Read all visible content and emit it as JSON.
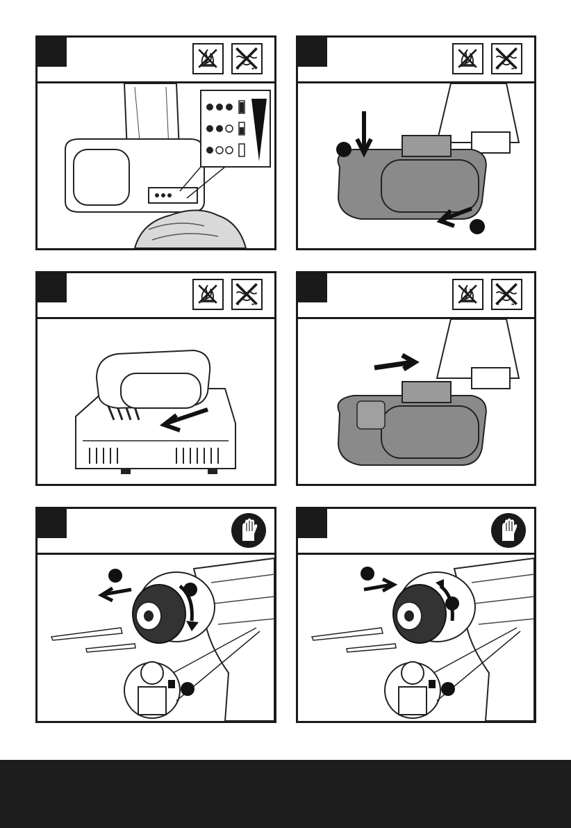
{
  "page": {
    "background": "#ffffff",
    "footer_color": "#1d1d1d"
  },
  "panels": [
    {
      "id": "battery-charge-indicator",
      "header_icons": [
        "no-fire-icon",
        "no-water-icon"
      ]
    },
    {
      "id": "battery-removal",
      "header_icons": [
        "no-fire-icon",
        "no-water-icon"
      ]
    },
    {
      "id": "battery-charging",
      "header_icons": [
        "no-fire-icon",
        "no-water-icon"
      ]
    },
    {
      "id": "battery-insertion",
      "header_icons": [
        "no-fire-icon",
        "no-water-icon"
      ]
    },
    {
      "id": "bit-removal",
      "header_icons": [
        "wear-gloves-icon"
      ]
    },
    {
      "id": "bit-insertion",
      "header_icons": [
        "wear-gloves-icon"
      ]
    }
  ],
  "icons": {
    "fire": "no-fire-icon",
    "water": "no-water-icon",
    "gloves": "wear-gloves-icon"
  }
}
